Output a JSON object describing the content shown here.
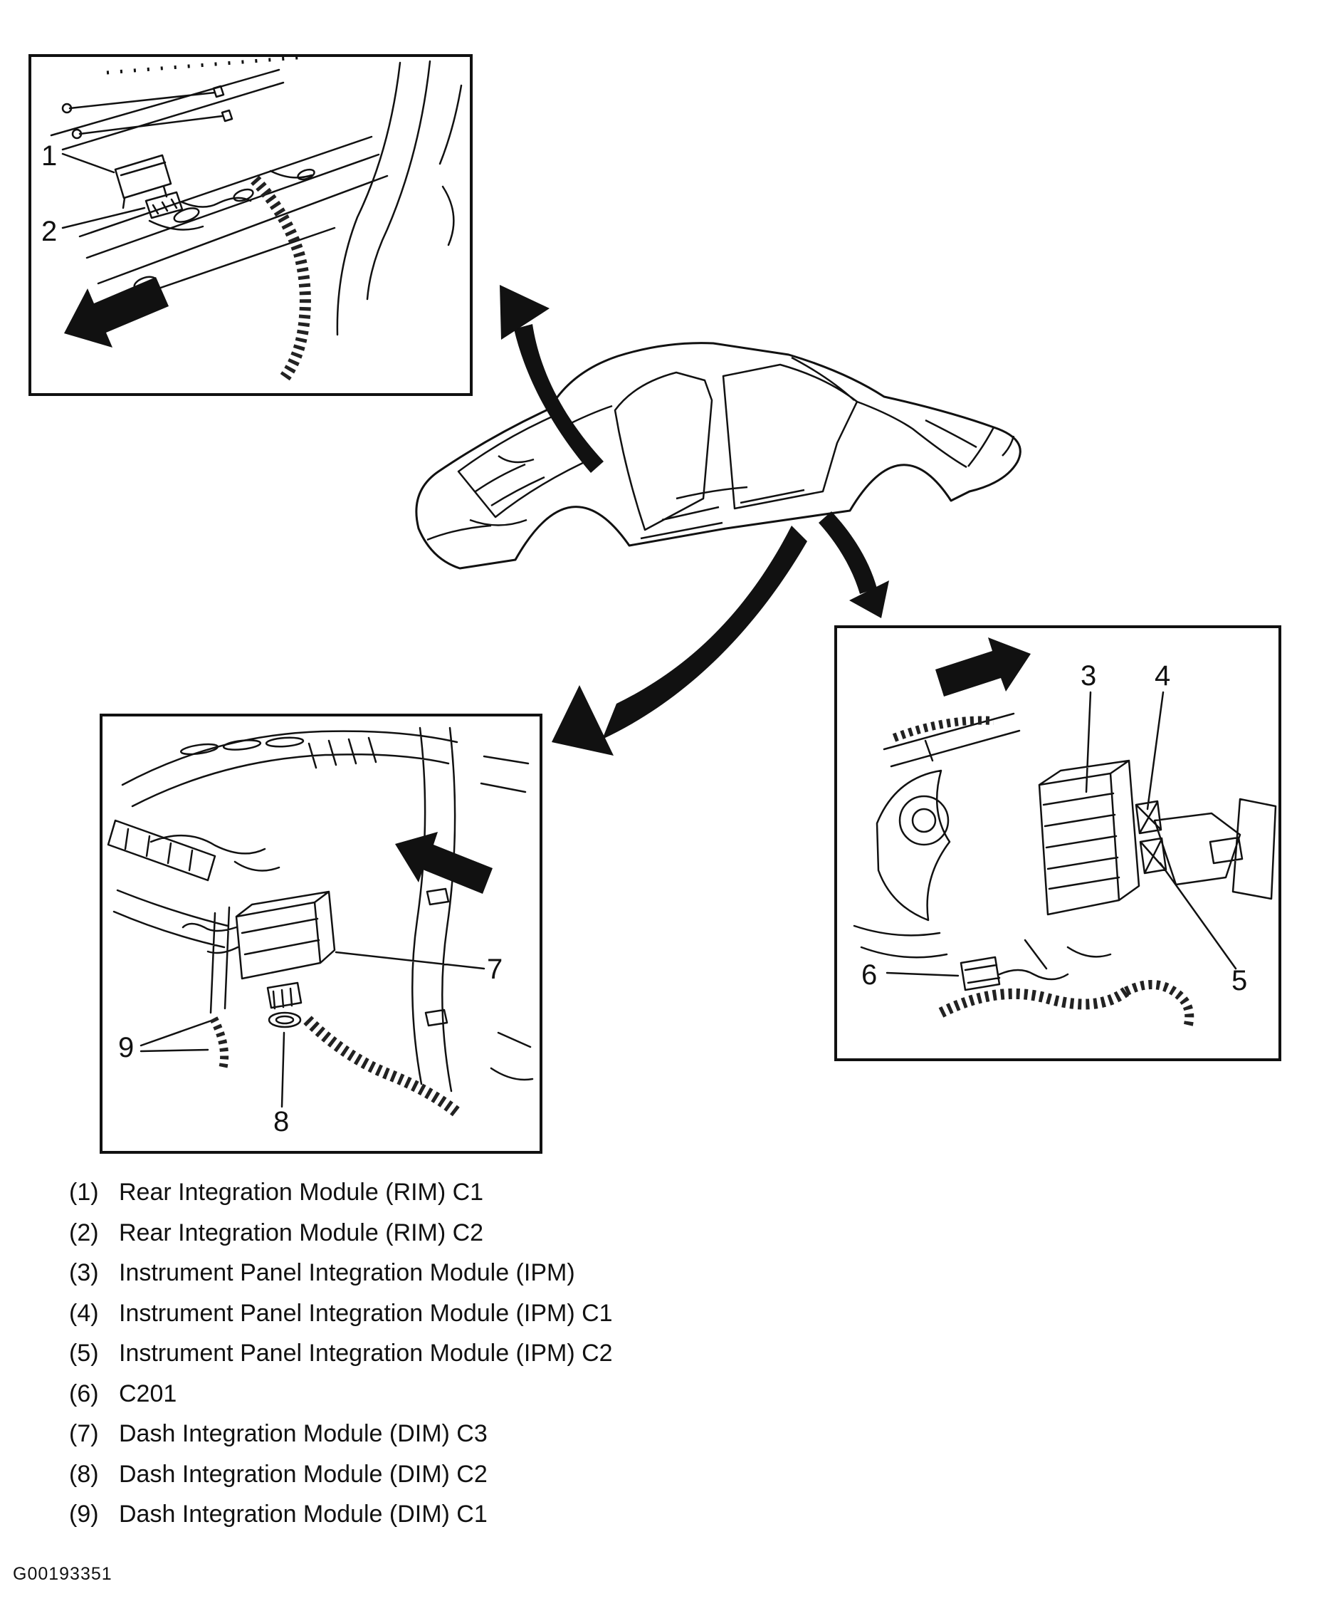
{
  "figure_id": "G00193351",
  "callouts": {
    "c1": "1",
    "c2": "2",
    "c3": "3",
    "c4": "4",
    "c5": "5",
    "c6": "6",
    "c7": "7",
    "c8": "8",
    "c9": "9"
  },
  "legend": [
    {
      "num": "(1)",
      "label": "Rear Integration Module (RIM) C1"
    },
    {
      "num": "(2)",
      "label": "Rear Integration Module (RIM) C2"
    },
    {
      "num": "(3)",
      "label": "Instrument Panel Integration Module (IPM)"
    },
    {
      "num": "(4)",
      "label": "Instrument Panel Integration Module (IPM) C1"
    },
    {
      "num": "(5)",
      "label": "Instrument Panel Integration Module (IPM) C2"
    },
    {
      "num": "(6)",
      "label": "C201"
    },
    {
      "num": "(7)",
      "label": "Dash Integration Module (DIM) C3"
    },
    {
      "num": "(8)",
      "label": "Dash Integration Module (DIM) C2"
    },
    {
      "num": "(9)",
      "label": "Dash Integration Module (DIM) C1"
    }
  ]
}
